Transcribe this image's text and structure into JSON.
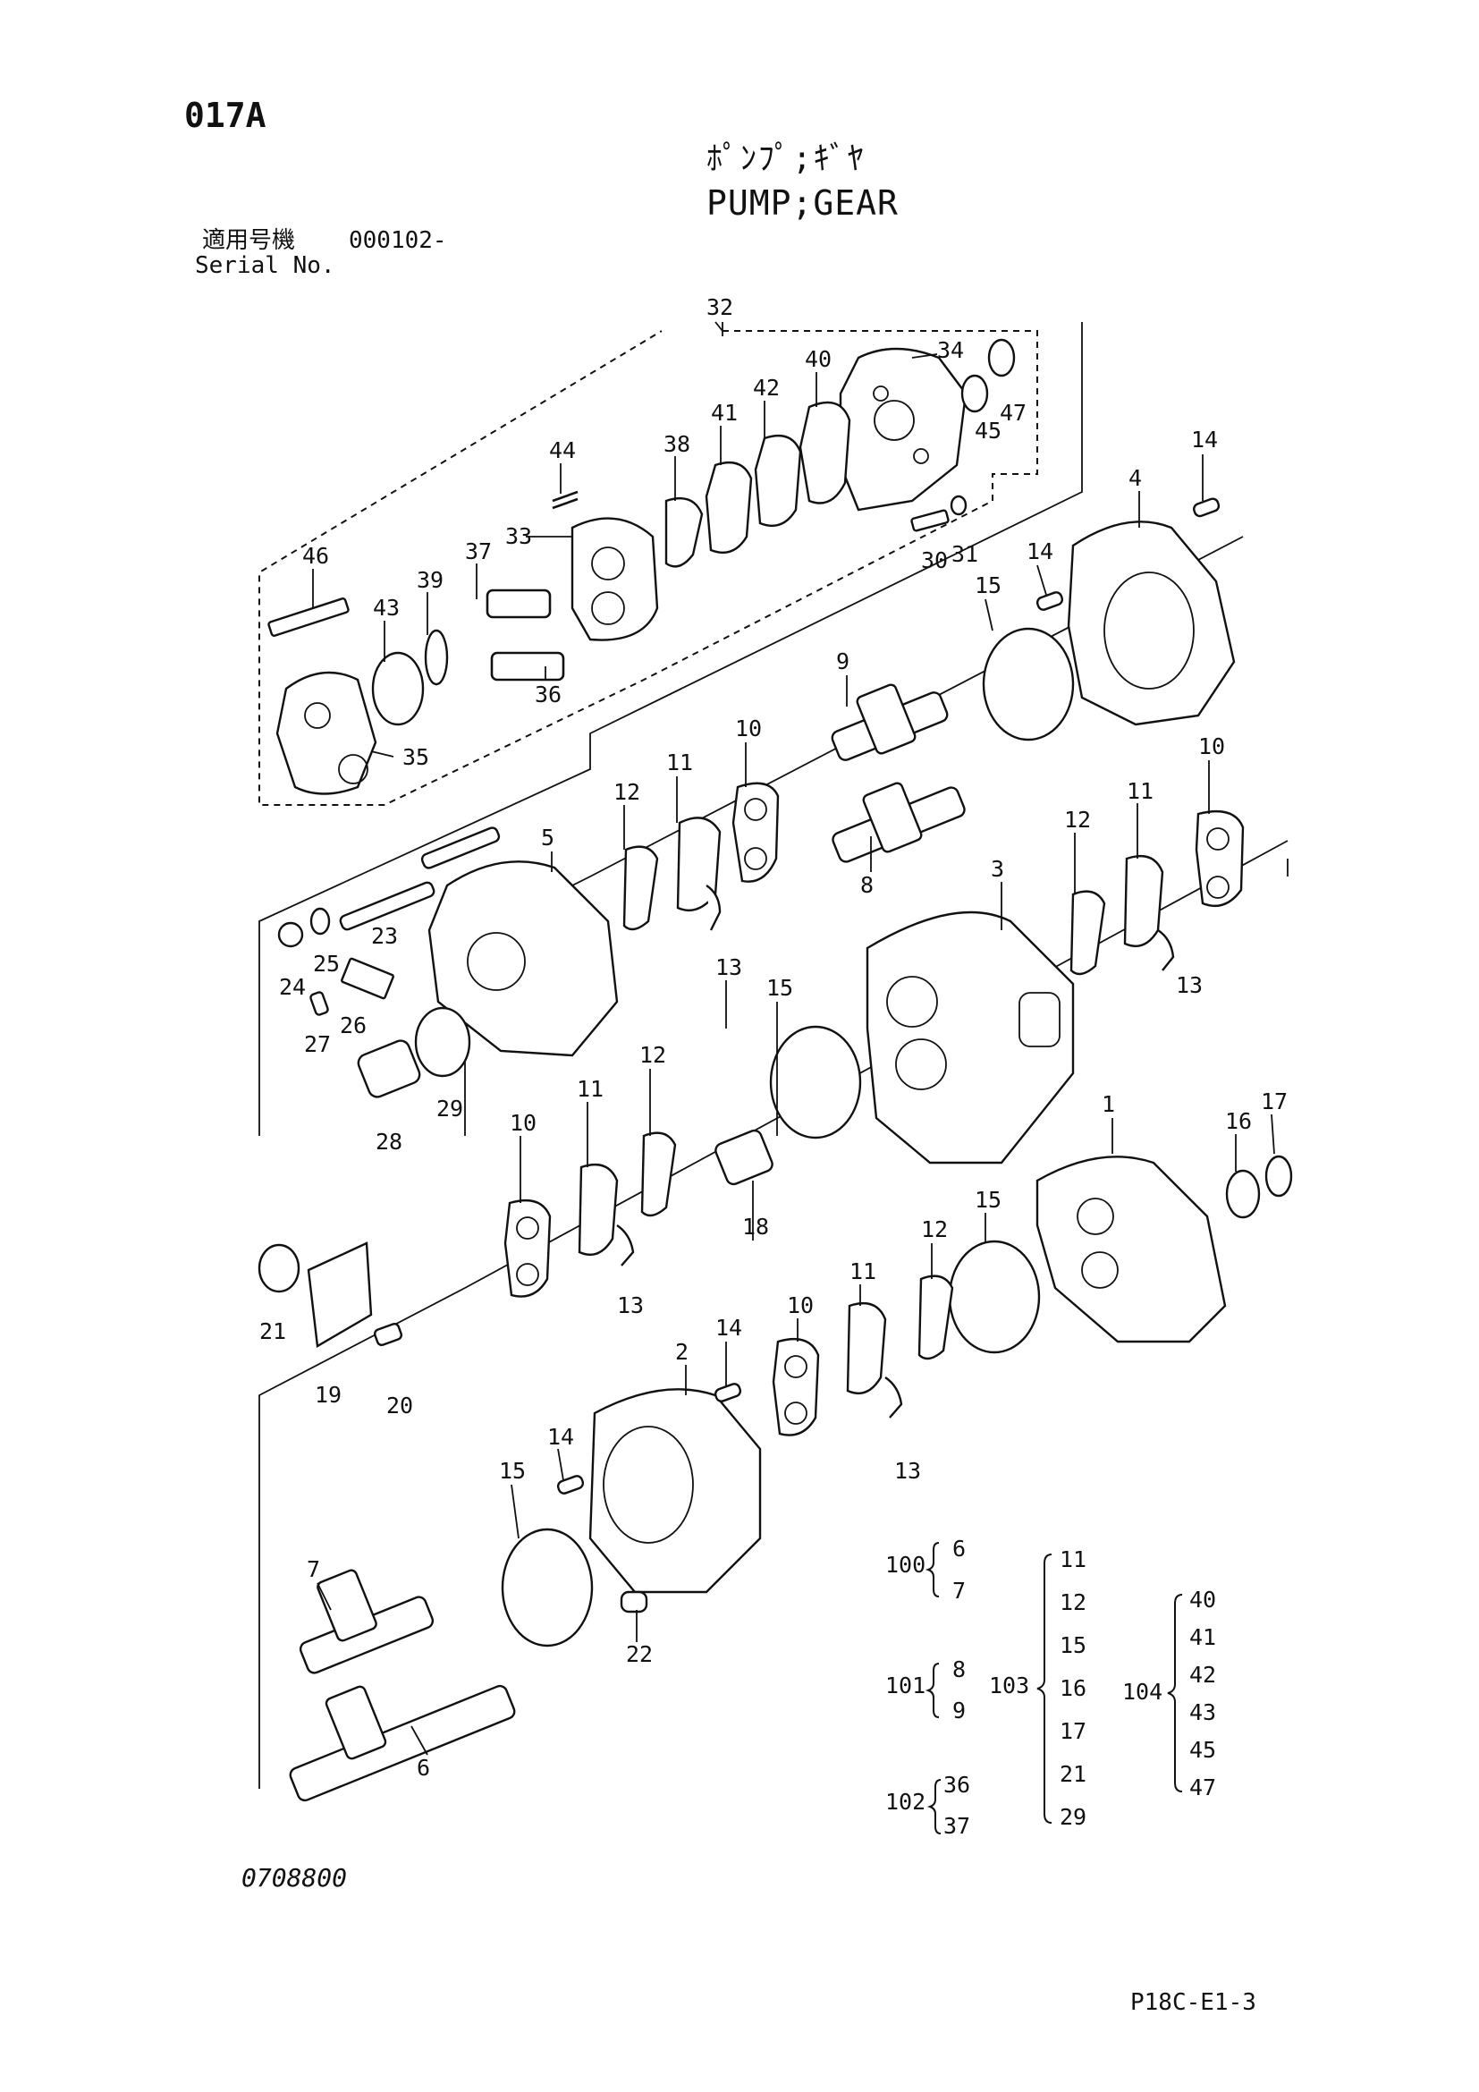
{
  "header": {
    "page_code": "017A",
    "title_jp": "ﾎﾟﾝﾌﾟ;ｷﾞﾔ",
    "title_en": "PUMP;GEAR",
    "serial_label_jp": "適用号機",
    "serial_value": "000102-",
    "serial_label_en": "Serial No."
  },
  "footer": {
    "drawing_number": "0708800",
    "sheet_id": "P18C-E1-3"
  },
  "callouts": [
    "32",
    "34",
    "40",
    "42",
    "41",
    "38",
    "44",
    "47",
    "45",
    "33",
    "37",
    "39",
    "46",
    "43",
    "36",
    "35",
    "30",
    "31",
    "14",
    "4",
    "14",
    "15",
    "9",
    "10",
    "11",
    "12",
    "5",
    "8",
    "23",
    "25",
    "24",
    "27",
    "26",
    "28",
    "29",
    "3",
    "12",
    "11",
    "10",
    "13",
    "13",
    "15",
    "12",
    "11",
    "10",
    "18",
    "13",
    "21",
    "19",
    "20",
    "1",
    "16",
    "17",
    "15",
    "12",
    "11",
    "10",
    "2",
    "14",
    "14",
    "13",
    "15",
    "7",
    "22",
    "6"
  ],
  "kits": [
    {
      "number": "100",
      "members": [
        "6",
        "7"
      ]
    },
    {
      "number": "101",
      "members": [
        "8",
        "9"
      ]
    },
    {
      "number": "102",
      "members": [
        "36",
        "37"
      ]
    },
    {
      "number": "103",
      "members": [
        "11",
        "12",
        "15",
        "16",
        "17",
        "21",
        "29"
      ]
    },
    {
      "number": "104",
      "members": [
        "40",
        "41",
        "42",
        "43",
        "45",
        "47"
      ]
    }
  ]
}
